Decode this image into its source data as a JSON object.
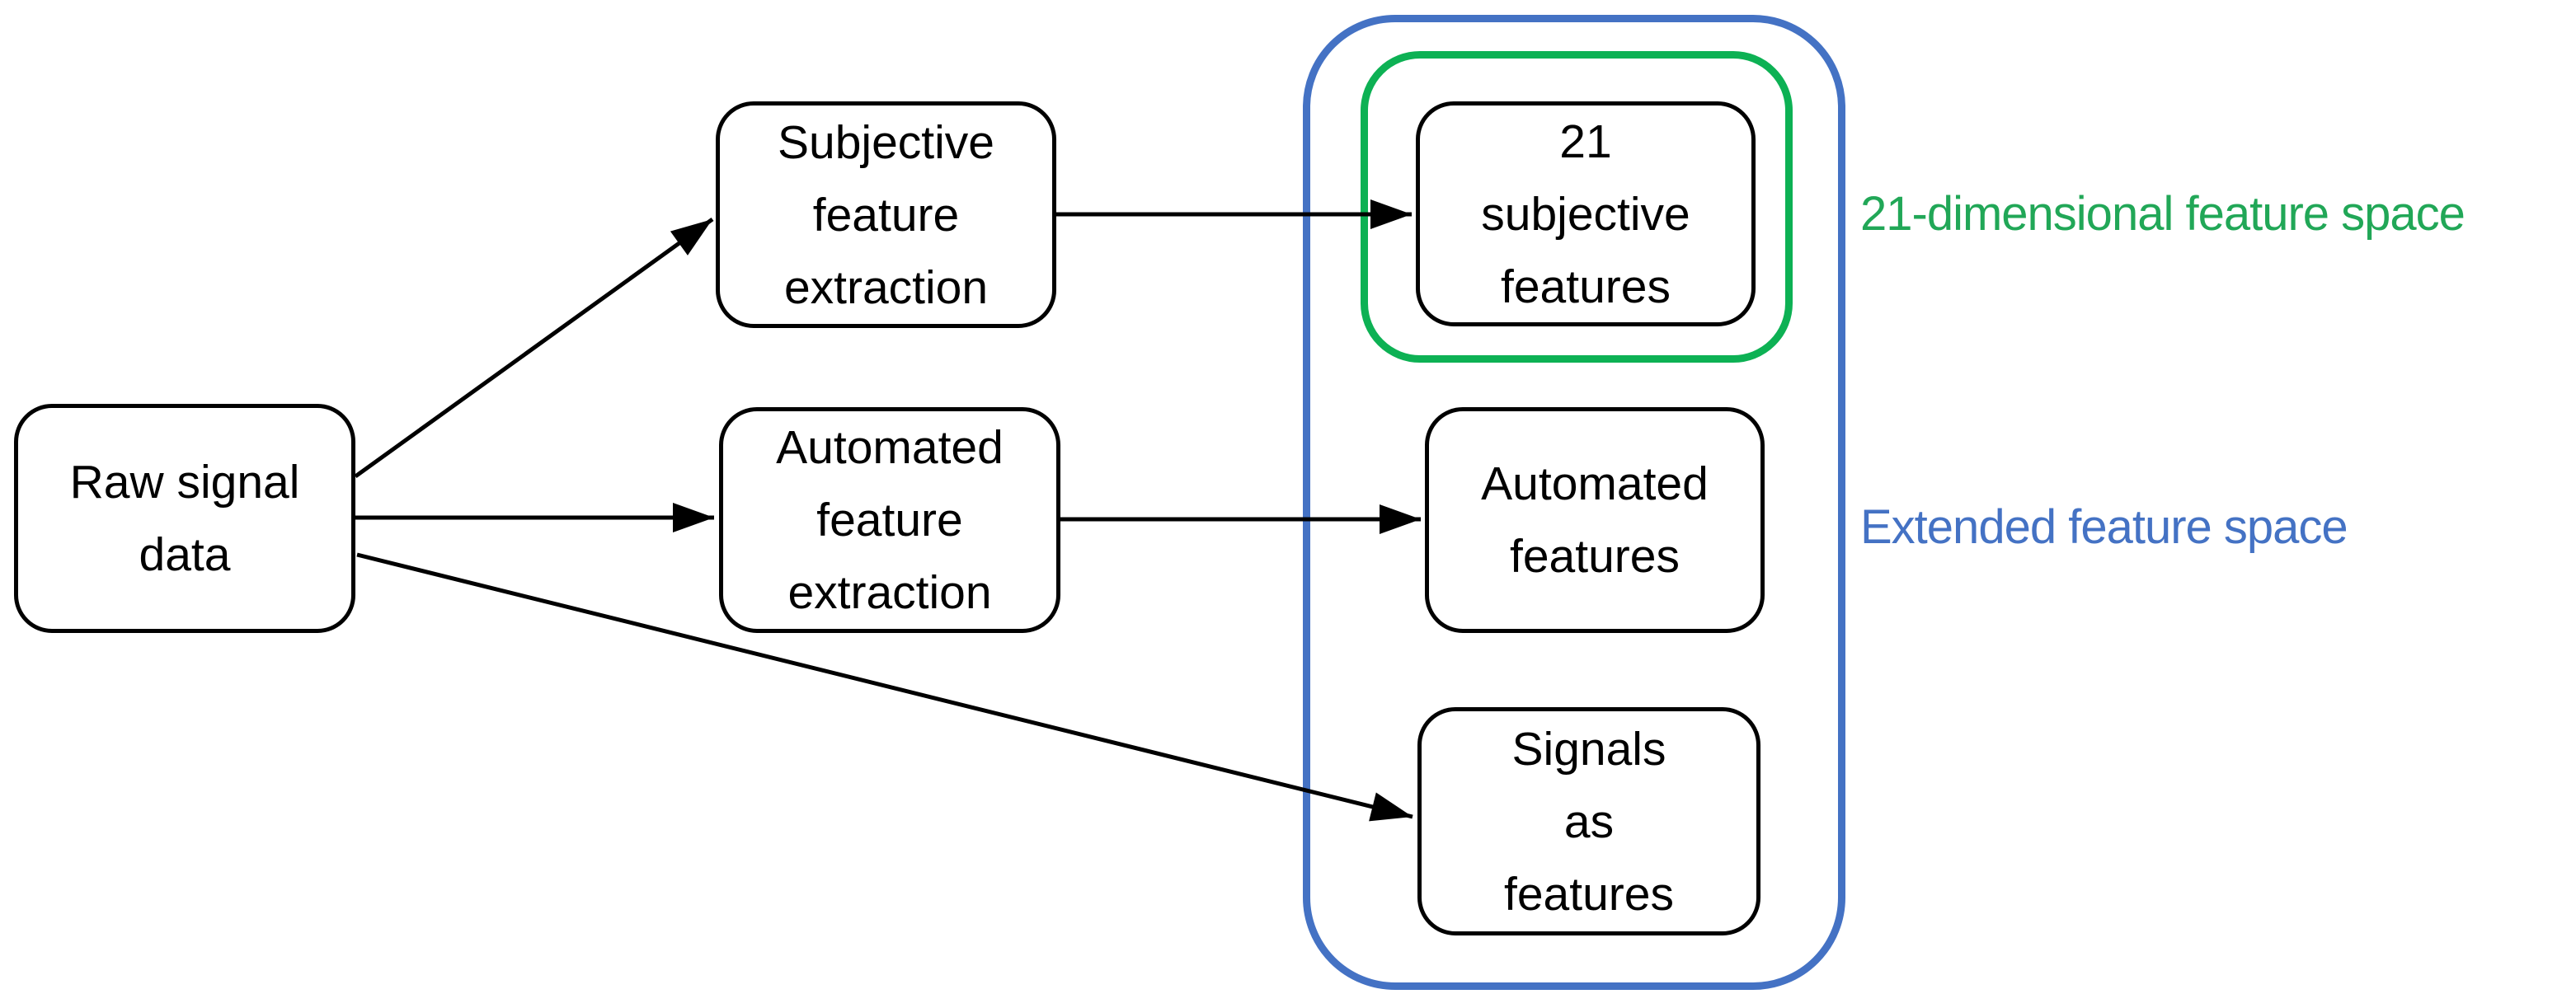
{
  "diagram": {
    "nodes": {
      "raw_signal": {
        "label": "Raw signal\ndata"
      },
      "subjective_extraction": {
        "label": "Subjective\nfeature\nextraction"
      },
      "automated_extraction": {
        "label": "Automated\nfeature\nextraction"
      },
      "subjective_features": {
        "label": "21\nsubjective\nfeatures"
      },
      "automated_features": {
        "label": "Automated\nfeatures"
      },
      "signals_as_features": {
        "label": "Signals\nas\nfeatures"
      }
    },
    "edges": [
      {
        "from": "raw_signal",
        "to": "subjective_extraction"
      },
      {
        "from": "raw_signal",
        "to": "automated_extraction"
      },
      {
        "from": "raw_signal",
        "to": "signals_as_features"
      },
      {
        "from": "subjective_extraction",
        "to": "subjective_features"
      },
      {
        "from": "automated_extraction",
        "to": "automated_features"
      }
    ],
    "groups": {
      "green_group": {
        "members": [
          "subjective_features"
        ]
      },
      "blue_group": {
        "members": [
          "subjective_features",
          "automated_features",
          "signals_as_features"
        ]
      }
    },
    "annotations": {
      "green_label": {
        "text": "21-dimensional feature space",
        "color": "#21a757"
      },
      "blue_label": {
        "text": "Extended feature space",
        "color": "#4472c4"
      }
    },
    "colors": {
      "green_outline": "#0db154",
      "blue_outline": "#4472c4",
      "node_stroke": "#000000",
      "arrow": "#000000",
      "background": "#ffffff"
    }
  }
}
